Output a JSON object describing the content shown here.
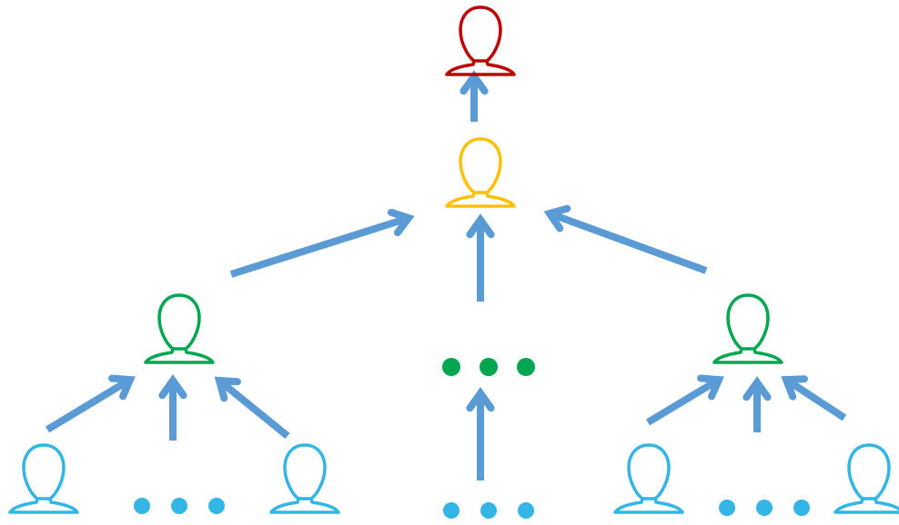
{
  "colors": {
    "arrow": "#5b9bd5",
    "level_top": "#c00000",
    "level_second": "#ffc000",
    "level_third": "#00a650",
    "level_bottom": "#33b5e5"
  },
  "icon_name": "person-icon",
  "nodes": [
    {
      "name": "person-top",
      "level": "level_top"
    },
    {
      "name": "person-second",
      "level": "level_second"
    },
    {
      "name": "person-third-left",
      "level": "level_third"
    },
    {
      "name": "person-third-right",
      "level": "level_third"
    },
    {
      "name": "person-bottom-left-1",
      "level": "level_bottom"
    },
    {
      "name": "person-bottom-left-2",
      "level": "level_bottom"
    },
    {
      "name": "person-bottom-right-1",
      "level": "level_bottom"
    },
    {
      "name": "person-bottom-right-2",
      "level": "level_bottom"
    }
  ],
  "ellipses": [
    {
      "name": "ellipsis-middle-third",
      "level": "level_third"
    },
    {
      "name": "ellipsis-bottom-left",
      "level": "level_bottom"
    },
    {
      "name": "ellipsis-bottom-middle",
      "level": "level_bottom"
    },
    {
      "name": "ellipsis-bottom-right",
      "level": "level_bottom"
    }
  ],
  "arrows": [
    {
      "name": "arrow-second-to-top",
      "from": "person-second",
      "to": "person-top"
    },
    {
      "name": "arrow-left-to-second",
      "from": "person-third-left",
      "to": "person-second"
    },
    {
      "name": "arrow-middle-to-second",
      "from": "ellipsis-middle-third",
      "to": "person-second"
    },
    {
      "name": "arrow-right-to-second",
      "from": "person-third-right",
      "to": "person-second"
    },
    {
      "name": "arrow-bl1-to-left",
      "from": "person-bottom-left-1",
      "to": "person-third-left"
    },
    {
      "name": "arrow-bl-dots-to-left",
      "from": "ellipsis-bottom-left",
      "to": "person-third-left"
    },
    {
      "name": "arrow-bl2-to-left",
      "from": "person-bottom-left-2",
      "to": "person-third-left"
    },
    {
      "name": "arrow-bm-to-middle",
      "from": "ellipsis-bottom-middle",
      "to": "ellipsis-middle-third"
    },
    {
      "name": "arrow-br1-to-right",
      "from": "person-bottom-right-1",
      "to": "person-third-right"
    },
    {
      "name": "arrow-br-dots-to-right",
      "from": "ellipsis-bottom-right",
      "to": "person-third-right"
    },
    {
      "name": "arrow-br2-to-right",
      "from": "person-bottom-right-2",
      "to": "person-third-right"
    }
  ]
}
